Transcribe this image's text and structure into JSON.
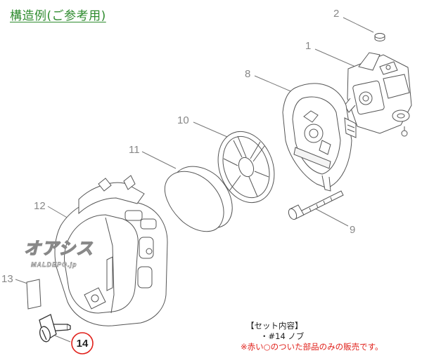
{
  "title": "構造例(ご参考用)",
  "parts": [
    {
      "number": "1",
      "name": "carburetor"
    },
    {
      "number": "2",
      "name": "cap"
    },
    {
      "number": "8",
      "name": "air-cleaner-base"
    },
    {
      "number": "9",
      "name": "bolt"
    },
    {
      "number": "10",
      "name": "filter-cage"
    },
    {
      "number": "11",
      "name": "air-filter-element"
    },
    {
      "number": "12",
      "name": "air-cleaner-cover"
    },
    {
      "number": "13",
      "name": "label"
    },
    {
      "number": "14",
      "name": "knob",
      "highlighted": true
    }
  ],
  "watermark": {
    "logo": "オアシス",
    "site": "MALDEPO.jp"
  },
  "set_contents": {
    "heading": "【セット内容】",
    "items": [
      "・#14 ノブ"
    ],
    "note": "※赤い○のついた部品のみの販売です。"
  },
  "colors": {
    "title": "#2e8b2e",
    "highlight": "#e0201a",
    "line": "#555555",
    "label": "#888888"
  }
}
